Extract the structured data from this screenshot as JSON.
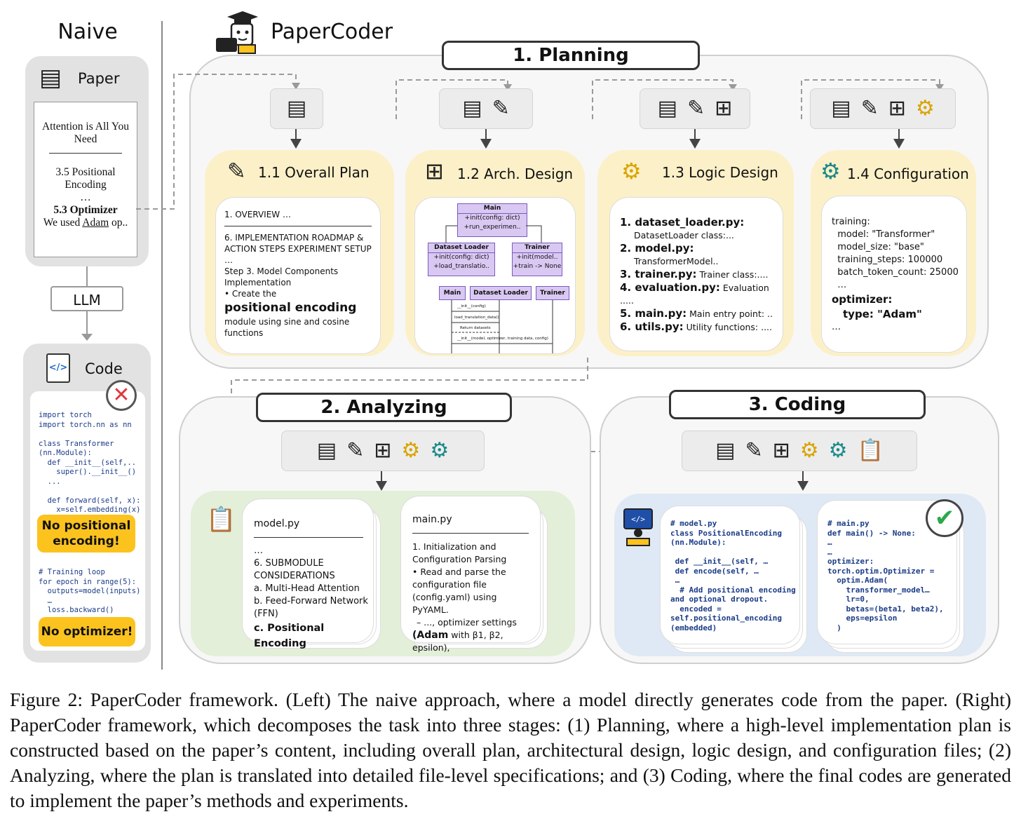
{
  "naive": {
    "title": "Naive",
    "paper_label": "Paper",
    "paper_title": "Attention is All You Need",
    "paper_section1": "3.5 Positional Encoding",
    "paper_ellipsis": "…",
    "paper_section2": "5.3 Optimizer",
    "paper_text_prefix": "We used ",
    "paper_text_link": "Adam",
    "paper_text_suffix": " op..",
    "llm_label": "LLM",
    "code_label": "Code",
    "code_block1": "import torch\nimport torch.nn as nn\n\nclass Transformer\n(nn.Module):\n  def __init__(self,..\n    super().__init__()\n  ...\n\n  def forward(self, x):\n    x=self.embedding(x)",
    "badge1": "No positional encoding!",
    "code_block2": "# Training loop\nfor epoch in range(5):\n  outputs=model(inputs)\n  …\n  loss.backward()",
    "badge2": "No optimizer!"
  },
  "papercoder": {
    "title": "PaperCoder"
  },
  "planning": {
    "label": "1. Planning",
    "overall_plan": {
      "title": "1.1 Overall Plan",
      "line1": "1. OVERVIEW …",
      "line2": "6. IMPLEMENTATION ROADMAP & ACTION STEPS EXPERIMENT SETUP",
      "line3": "…",
      "line4": "Step 3. Model Components Implementation",
      "line5": "• Create the",
      "line6": "positional encoding",
      "line7": "module using sine and cosine functions"
    },
    "arch_design": {
      "title": "1.2 Arch. Design",
      "main_box_title": "Main",
      "main_box_body": "+init(config: dict)\n+run_experimen..",
      "loader_title": "Dataset Loader",
      "loader_body": "+init(config: dict)\n+load_translatio..",
      "trainer_title": "Trainer",
      "trainer_body": "+init(model..\n+train -> None",
      "seq_main": "Main",
      "seq_loader": "Dataset Loader",
      "seq_trainer": "Trainer",
      "seq_msg1": "__init__(config)",
      "seq_msg2": "load_translation_data()",
      "seq_msg3": "Return datasets",
      "seq_msg4": "__init__(model, optimizer, training data, config)"
    },
    "logic_design": {
      "title": "1.3 Logic Design",
      "items": [
        {
          "num": "1.",
          "file": "dataset_loader.py:",
          "desc": "DatasetLoader class:..."
        },
        {
          "num": "2.",
          "file": "model.py:",
          "desc": "TransformerModel.."
        },
        {
          "num": "3.",
          "file": "trainer.py:",
          "desc": "Trainer class:...."
        },
        {
          "num": "4.",
          "file": "evaluation.py:",
          "desc": "Evaluation ....."
        },
        {
          "num": "5.",
          "file": "main.py:",
          "desc": "Main entry point: .."
        },
        {
          "num": "6.",
          "file": "utils.py:",
          "desc": "Utility functions: ...."
        }
      ]
    },
    "configuration": {
      "title": "1.4 Configuration",
      "lines": [
        "training:",
        "  model: \"Transformer\"",
        "  model_size: \"base\"",
        "  training_steps: 100000",
        "  batch_token_count: 25000",
        "  …"
      ],
      "opt_key": "optimizer:",
      "opt_type": "type: \"Adam\"",
      "tail": "…"
    }
  },
  "analyzing": {
    "label": "2. Analyzing",
    "model_card": {
      "title": "model.py",
      "line1": "…",
      "line2": "6. SUBMODULE CONSIDERATIONS",
      "a": "a.  Multi-Head Attention",
      "b": "b.  Feed-Forward Network (FFN)",
      "c": "c.  Positional Encoding"
    },
    "main_card": {
      "title": "main.py",
      "line1": "1. Initialization and Configuration Parsing",
      "line2": "• Read and parse the configuration file (config.yaml) using PyYAML.",
      "line3": "– ..., optimizer settings",
      "line4_bold": "(Adam",
      "line4_rest": " with β1, β2, epsilon),"
    }
  },
  "coding": {
    "label": "3. Coding",
    "model_code": "# model.py\nclass PositionalEncoding\n(nn.Module):\n\n def __init__(self, …\n def encode(self, …\n …\n  # Add positional encoding\nand optional dropout.\n  encoded =\nself.positional_encoding\n(embedded)",
    "main_code": "# main.py\ndef main() -> None:\n…\n…\noptimizer:\ntorch.optim.Optimizer =\n  optim.Adam(\n    transformer_model…\n    lr=0,\n    betas=(beta1, beta2),\n    eps=epsilon\n  )"
  },
  "caption": "Figure 2: PaperCoder framework. (Left) The naive approach, where a model directly generates code from the paper. (Right) PaperCoder framework, which decomposes the task into three stages: (1) Planning, where a high-level implementation plan is constructed based on the paper’s content, including overall plan, architectural design, logic design, and configuration files; (2) Analyzing, where the plan is translated into detailed file-level specifications; and (3) Coding, where the final codes are generated to implement the paper’s methods and experiments.",
  "colors": {
    "badge": "#fcc31e",
    "yellow_card": "#fcf0c8",
    "green_card": "#e3efd8",
    "blue_card": "#dfe9f5",
    "uml_purple": "#d9c8f2",
    "error_red": "#e0393e",
    "check_green": "#2ba84a"
  },
  "icons": {
    "paper": "paper-stack-icon",
    "plan": "plan-sketch-icon",
    "arch": "flowchart-icon",
    "logic": "gears-123-icon",
    "config": "gear-doc-icon",
    "clipboard": "clipboard-check-icon",
    "code": "code-file-icon",
    "coder": "developer-icon",
    "robot": "robot-mascot-icon"
  }
}
